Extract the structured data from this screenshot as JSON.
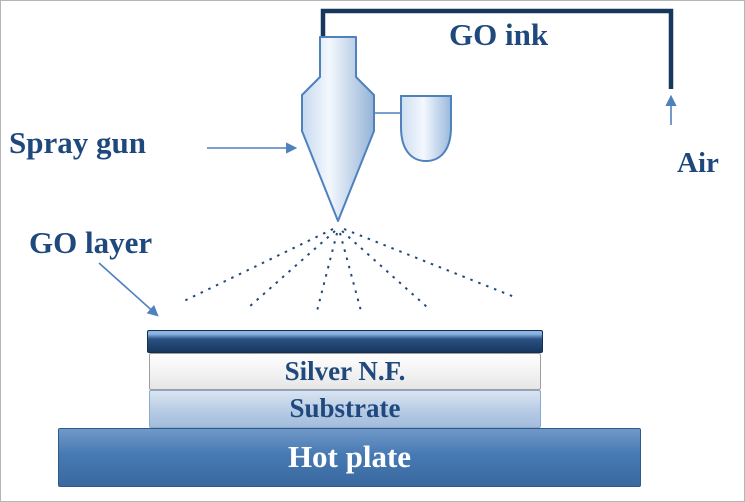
{
  "labels": {
    "go_ink": "GO ink",
    "air": "Air",
    "spray_gun": "Spray gun",
    "go_layer": "GO layer",
    "silver_nf": "Silver N.F.",
    "substrate": "Substrate",
    "hot_plate": "Hot plate"
  },
  "icons": {
    "spray_gun_shape": "spray-gun-funnel",
    "ink_cup_shape": "ink-reservoir-cup",
    "go_ink_pipe": "air-supply-pipe",
    "air_arrow": "upward-arrow",
    "spray_gun_arrow": "right-arrow",
    "go_layer_arrow": "down-right-arrow",
    "spray_droplets": "dotted-spray-fan"
  },
  "colors": {
    "text_dark_blue": "#1f497d",
    "pipe_dark_blue": "#17375e",
    "outline_blue": "#4f81bd",
    "gun_fill_light": "#c6d9f0",
    "go_layer_dark": "#17375e",
    "go_layer_highlight": "#8db4e2",
    "silver_fill": "#f2f2f2",
    "substrate_fill": "#b4c9e4",
    "hot_plate_fill": "#4779b3",
    "hot_plate_text": "#ffffff",
    "background": "#ffffff"
  }
}
